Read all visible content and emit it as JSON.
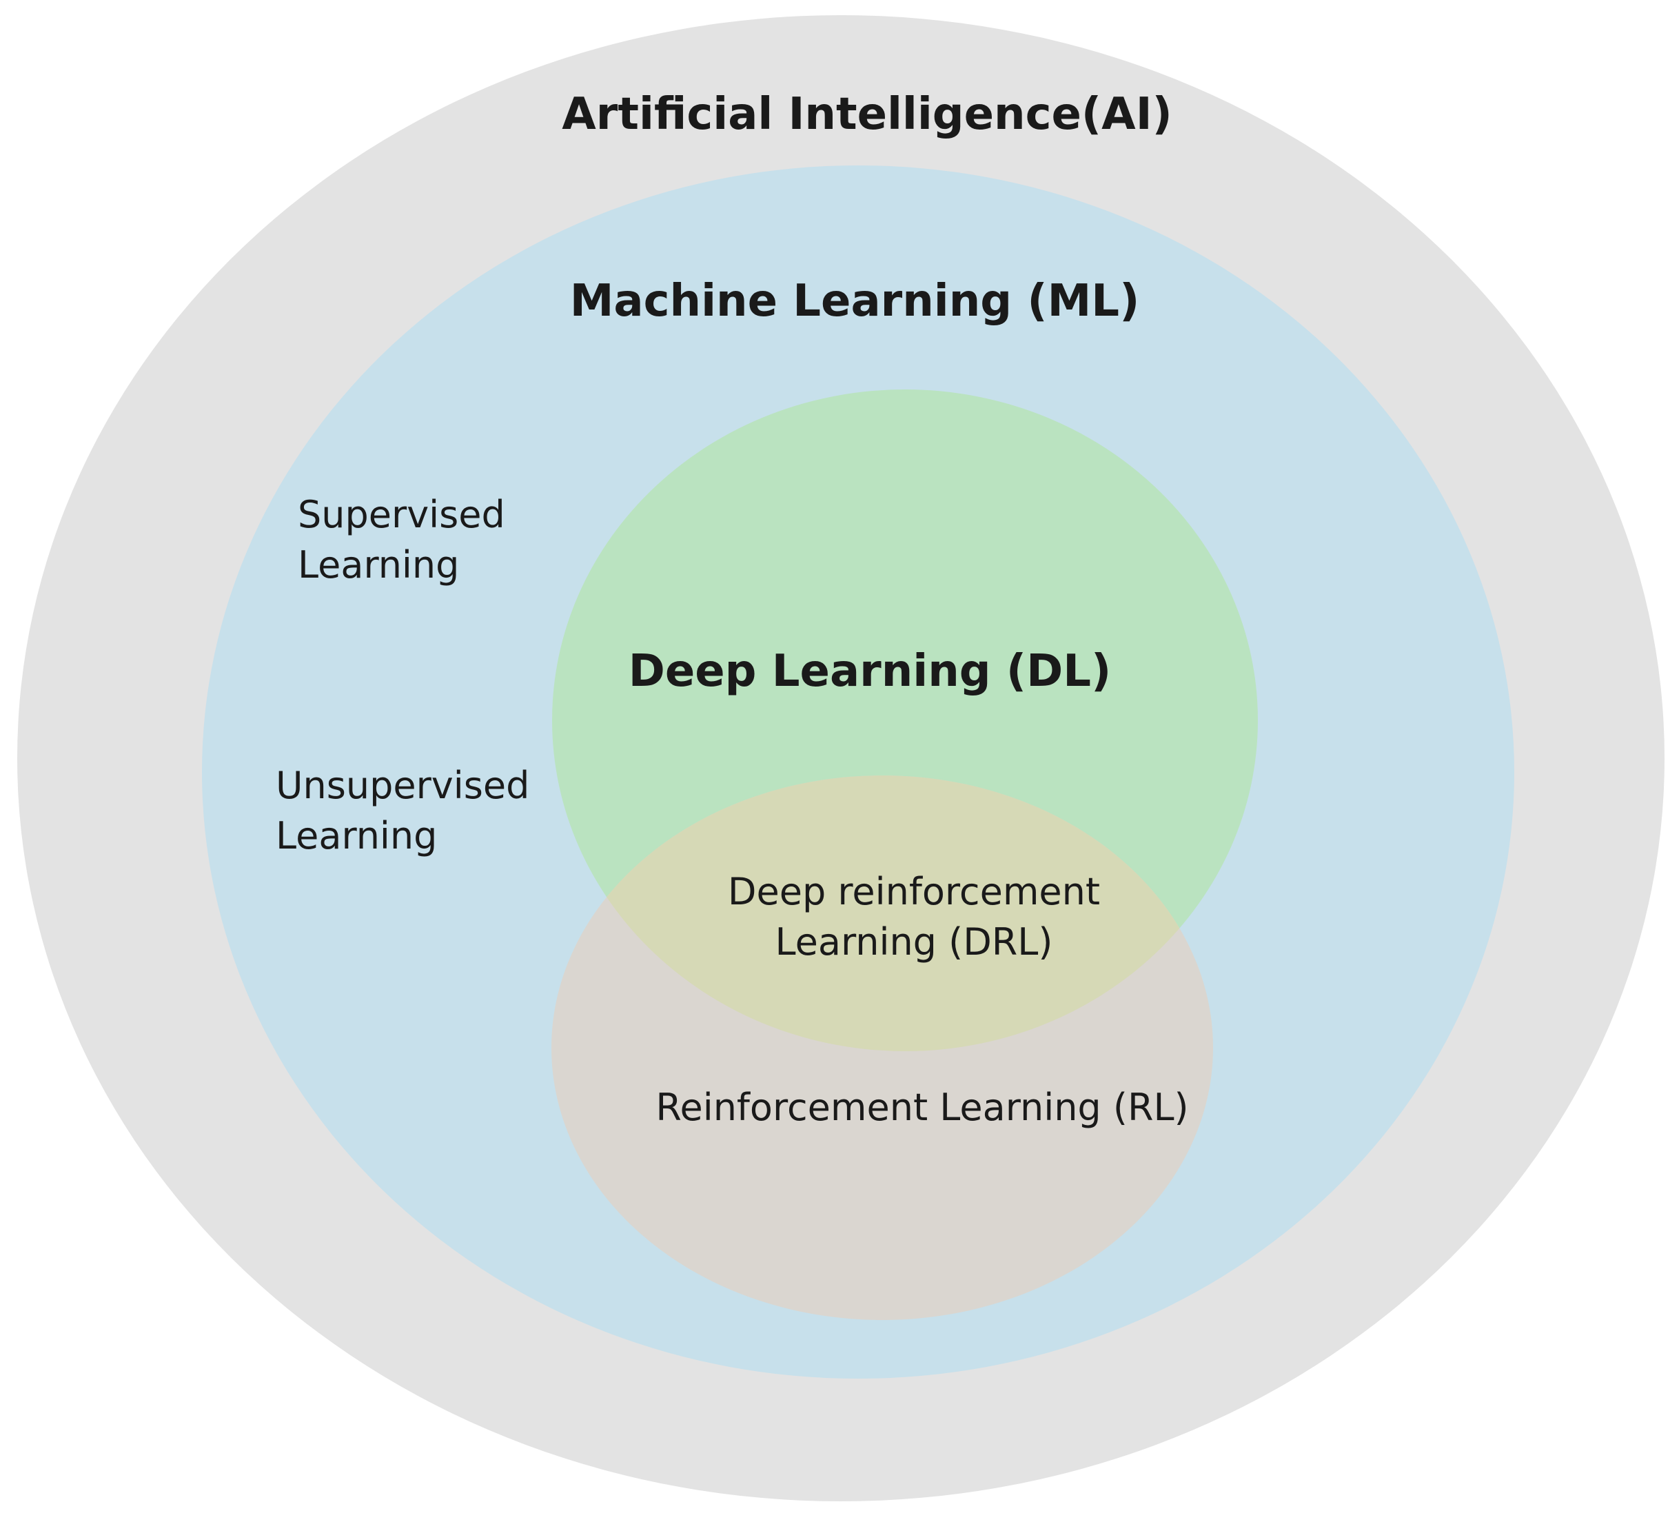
{
  "diagram": {
    "ai": {
      "label": "Artificial Intelligence(AI)",
      "fill": "#e3e3e3"
    },
    "ml": {
      "label": "Machine Learning (ML)",
      "fill": "#c7e0eb",
      "supervised": {
        "line1": "Supervised",
        "line2": "Learning"
      },
      "unsupervised": {
        "line1": "Unsupervised",
        "line2": "Learning"
      }
    },
    "dl": {
      "label": "Deep Learning (DL)",
      "fill": "#bae3c0"
    },
    "drl": {
      "line1": "Deep reinforcement",
      "line2": "Learning (DRL)",
      "fill": "#d6d9b6"
    },
    "rl": {
      "label": "Reinforcement Learning (RL)",
      "fill": "#dad6d0"
    }
  }
}
